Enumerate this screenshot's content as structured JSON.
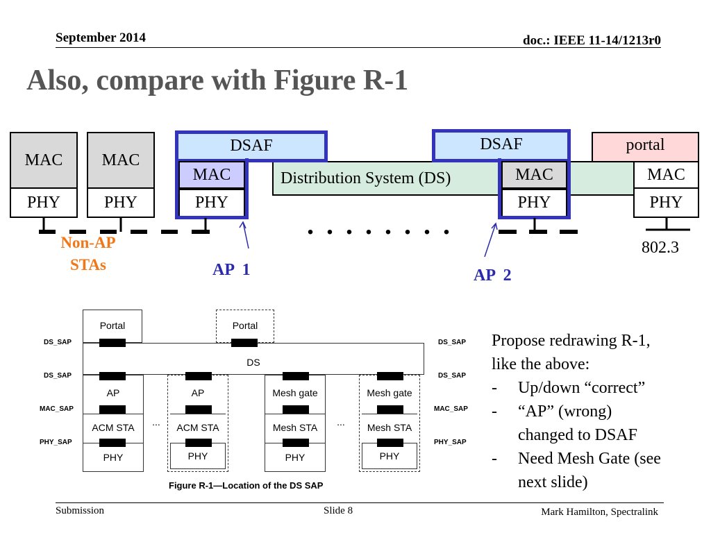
{
  "header": {
    "date": "September 2014",
    "doc": "doc.: IEEE 11-14/1213r0"
  },
  "title": "Also, compare with Figure R-1",
  "diagram": {
    "mac": "MAC",
    "phy": "PHY",
    "dsaf": "DSAF",
    "portal": "portal",
    "ds": "Distribution System (DS)",
    "non_ap": "Non-AP",
    "stas": "STAs",
    "ap1": "AP  1",
    "ap2": "AP  2",
    "ieee8023": "802.3",
    "dots": ". . . . . . . ."
  },
  "figure": {
    "portal": "Portal",
    "ds": "DS",
    "ap": "AP",
    "mesh_gate": "Mesh gate",
    "acm_sta": "ACM STA",
    "mesh_sta": "Mesh STA",
    "phy": "PHY",
    "ellipsis": "...",
    "ds_sap": "DS_SAP",
    "mac_sap": "MAC_SAP",
    "phy_sap": "PHY_SAP",
    "caption": "Figure R-1—Location of the DS SAP"
  },
  "proposal": {
    "intro_1": "Propose redrawing R-1,",
    "intro_2": "like the above:",
    "bullet_marker": "-",
    "bullet_1": "Up/down “correct”",
    "bullet_2a": "“AP” (wrong)",
    "bullet_2b": "changed to DSAF",
    "bullet_3a": "Need Mesh Gate (see",
    "bullet_3b": "next slide)"
  },
  "footer": {
    "left": "Submission",
    "center": "Slide 8",
    "right": "Mark Hamilton, Spectralink"
  },
  "colors": {
    "title": "#555555",
    "ap_border": "#3333bb",
    "dsaf_fill": "#cce6ff",
    "portal_fill": "#ffd9d9",
    "ds_fill": "#d5ecdf",
    "orange": "#f07818",
    "blue_text": "#2a2aaa"
  }
}
